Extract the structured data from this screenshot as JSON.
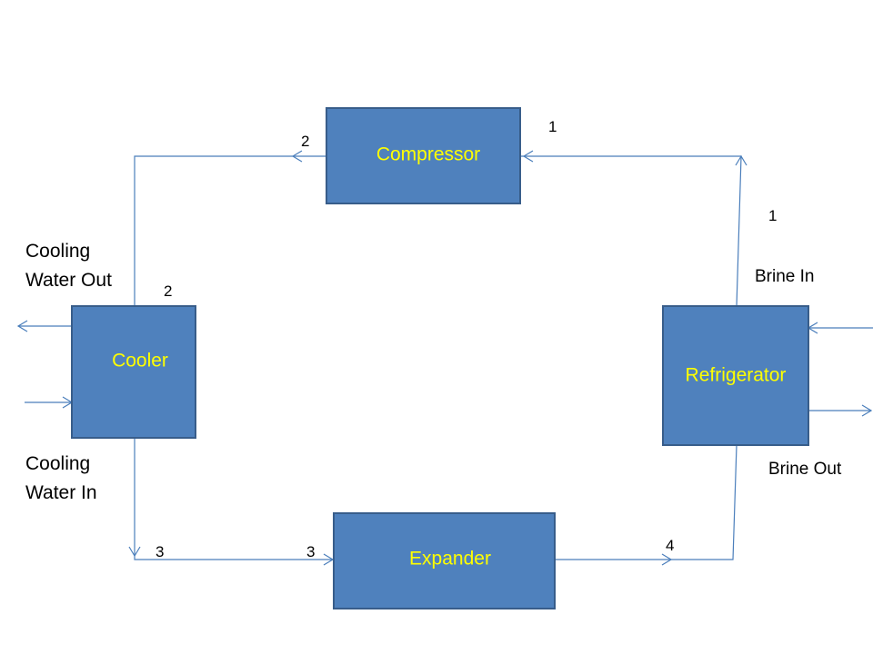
{
  "components": {
    "compressor": "Compressor",
    "cooler": "Cooler",
    "expander": "Expander",
    "refrigerator": "Refrigerator"
  },
  "state_points": {
    "compressor_in": "1",
    "refrigerator_out": "1",
    "compressor_out": "2",
    "cooler_in": "2",
    "cooler_out": "3",
    "expander_in": "3",
    "expander_out": "4"
  },
  "streams": {
    "cooling_water_out": [
      "Cooling",
      "Water Out"
    ],
    "cooling_water_in": [
      "Cooling",
      "Water In"
    ],
    "brine_in": "Brine In",
    "brine_out": "Brine Out"
  },
  "colors": {
    "box_fill": "#4f81bd",
    "box_border": "#385d8a",
    "box_text": "#ffff00",
    "line": "#4a7ebb"
  }
}
